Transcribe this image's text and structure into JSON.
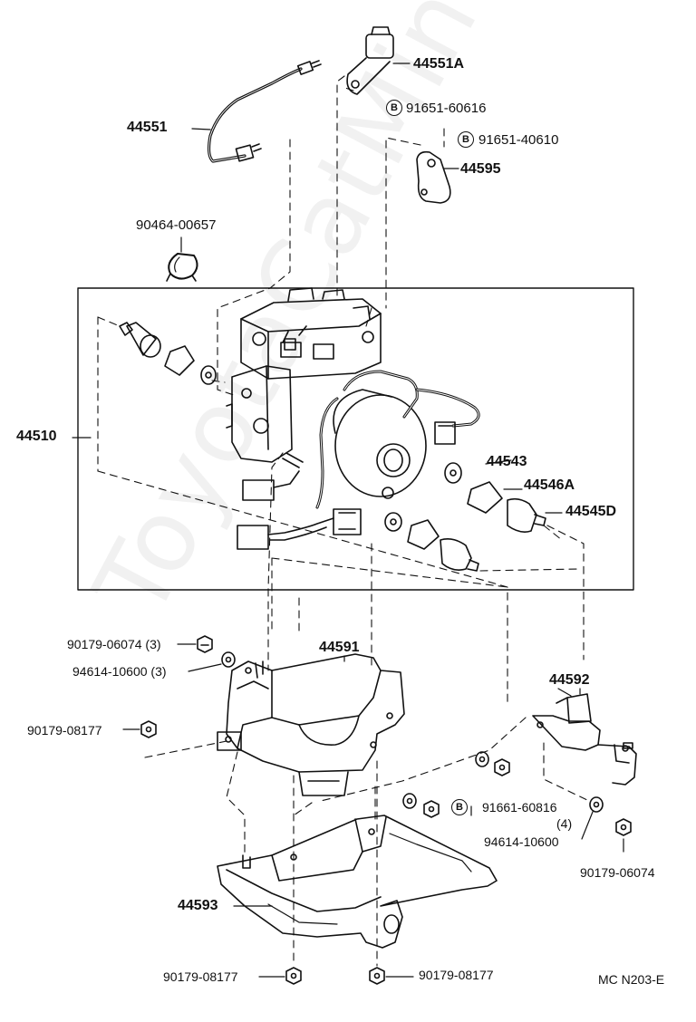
{
  "watermark": "ToyotaCatMine.ru",
  "diagram_code": "MC N203-E",
  "badge_letter": "B",
  "callouts": {
    "p44551A": "44551A",
    "p91651_60616": "91651-60616",
    "p44551": "44551",
    "p91651_40610": "91651-40610",
    "p44595": "44595",
    "p90464": "90464-00657",
    "p44510": "44510",
    "p44543": "44543",
    "p44546A": "44546A",
    "p44545D": "44545D",
    "p90179_06074_3": "90179-06074 (3)",
    "p44591": "44591",
    "p94614_10600_3": "94614-10600 (3)",
    "p44592": "44592",
    "p90179_08177_left": "90179-08177",
    "p91661_60816": "91661-60816",
    "p_qty4": "(4)",
    "p94614_10600": "94614-10600",
    "p90179_06074": "90179-06074",
    "p44593": "44593",
    "p90179_08177_bl": "90179-08177",
    "p90179_08177_br": "90179-08177"
  }
}
